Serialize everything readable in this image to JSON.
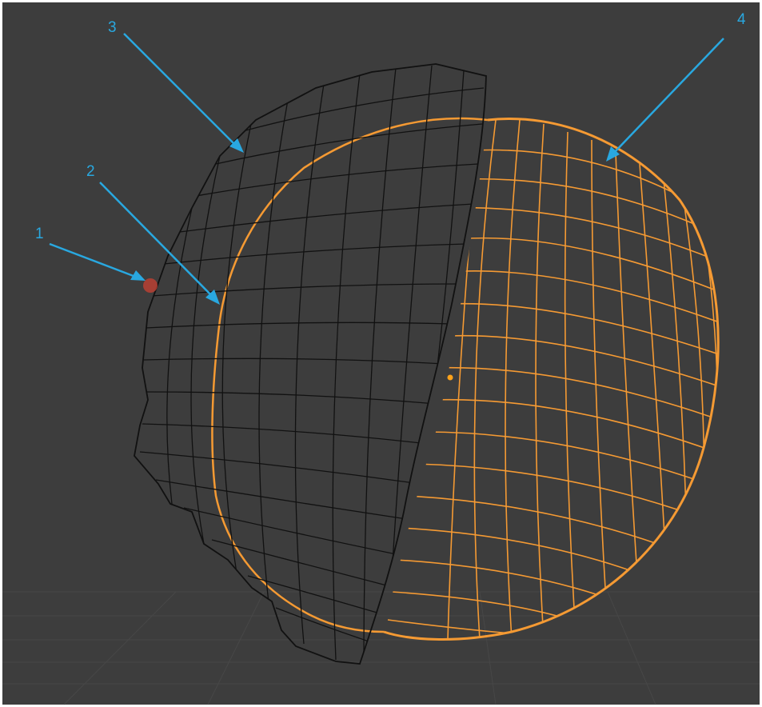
{
  "viewport": {
    "background_color": "#3d3d3d",
    "floor_grid_color": "#474747",
    "active_mesh_color": "#f59a33",
    "inactive_mesh_color": "#111111",
    "annotation_color": "#29a8e0",
    "marker_color": "#b84032",
    "origin_color": "#ffa31a"
  },
  "annotations": [
    {
      "label": "1"
    },
    {
      "label": "2"
    },
    {
      "label": "3"
    },
    {
      "label": "4"
    }
  ]
}
